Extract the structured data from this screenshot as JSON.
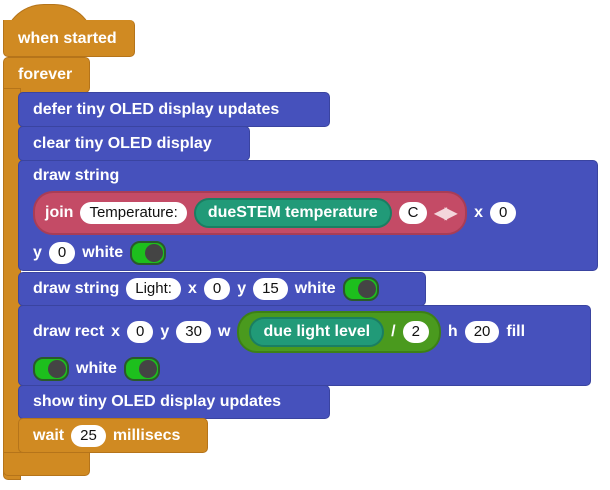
{
  "hat": {
    "label": "when started"
  },
  "forever": {
    "label": "forever"
  },
  "defer": {
    "label": "defer tiny OLED display updates"
  },
  "clear": {
    "label": "clear tiny OLED display"
  },
  "draw_string_1": {
    "label": "draw string",
    "join": "join",
    "text": "Temperature:",
    "sensor": "dueSTEM temperature",
    "unit": "C",
    "x_label": "x",
    "x": "0",
    "y_label": "y",
    "y": "0",
    "color_label": "white",
    "color_on": true
  },
  "draw_string_2": {
    "label": "draw string",
    "text": "Light:",
    "x_label": "x",
    "x": "0",
    "y_label": "y",
    "y": "15",
    "color_label": "white",
    "color_on": true
  },
  "draw_rect": {
    "label": "draw rect",
    "x_label": "x",
    "x": "0",
    "y_label": "y",
    "y": "30",
    "w_label": "w",
    "sensor": "due light level",
    "op": "/",
    "divisor": "2",
    "h_label": "h",
    "h": "20",
    "fill_label": "fill",
    "fill_on": true,
    "color_label": "white",
    "color_on": true
  },
  "show": {
    "label": "show tiny OLED display updates"
  },
  "wait": {
    "label": "wait",
    "value": "25",
    "unit": "millisecs"
  }
}
